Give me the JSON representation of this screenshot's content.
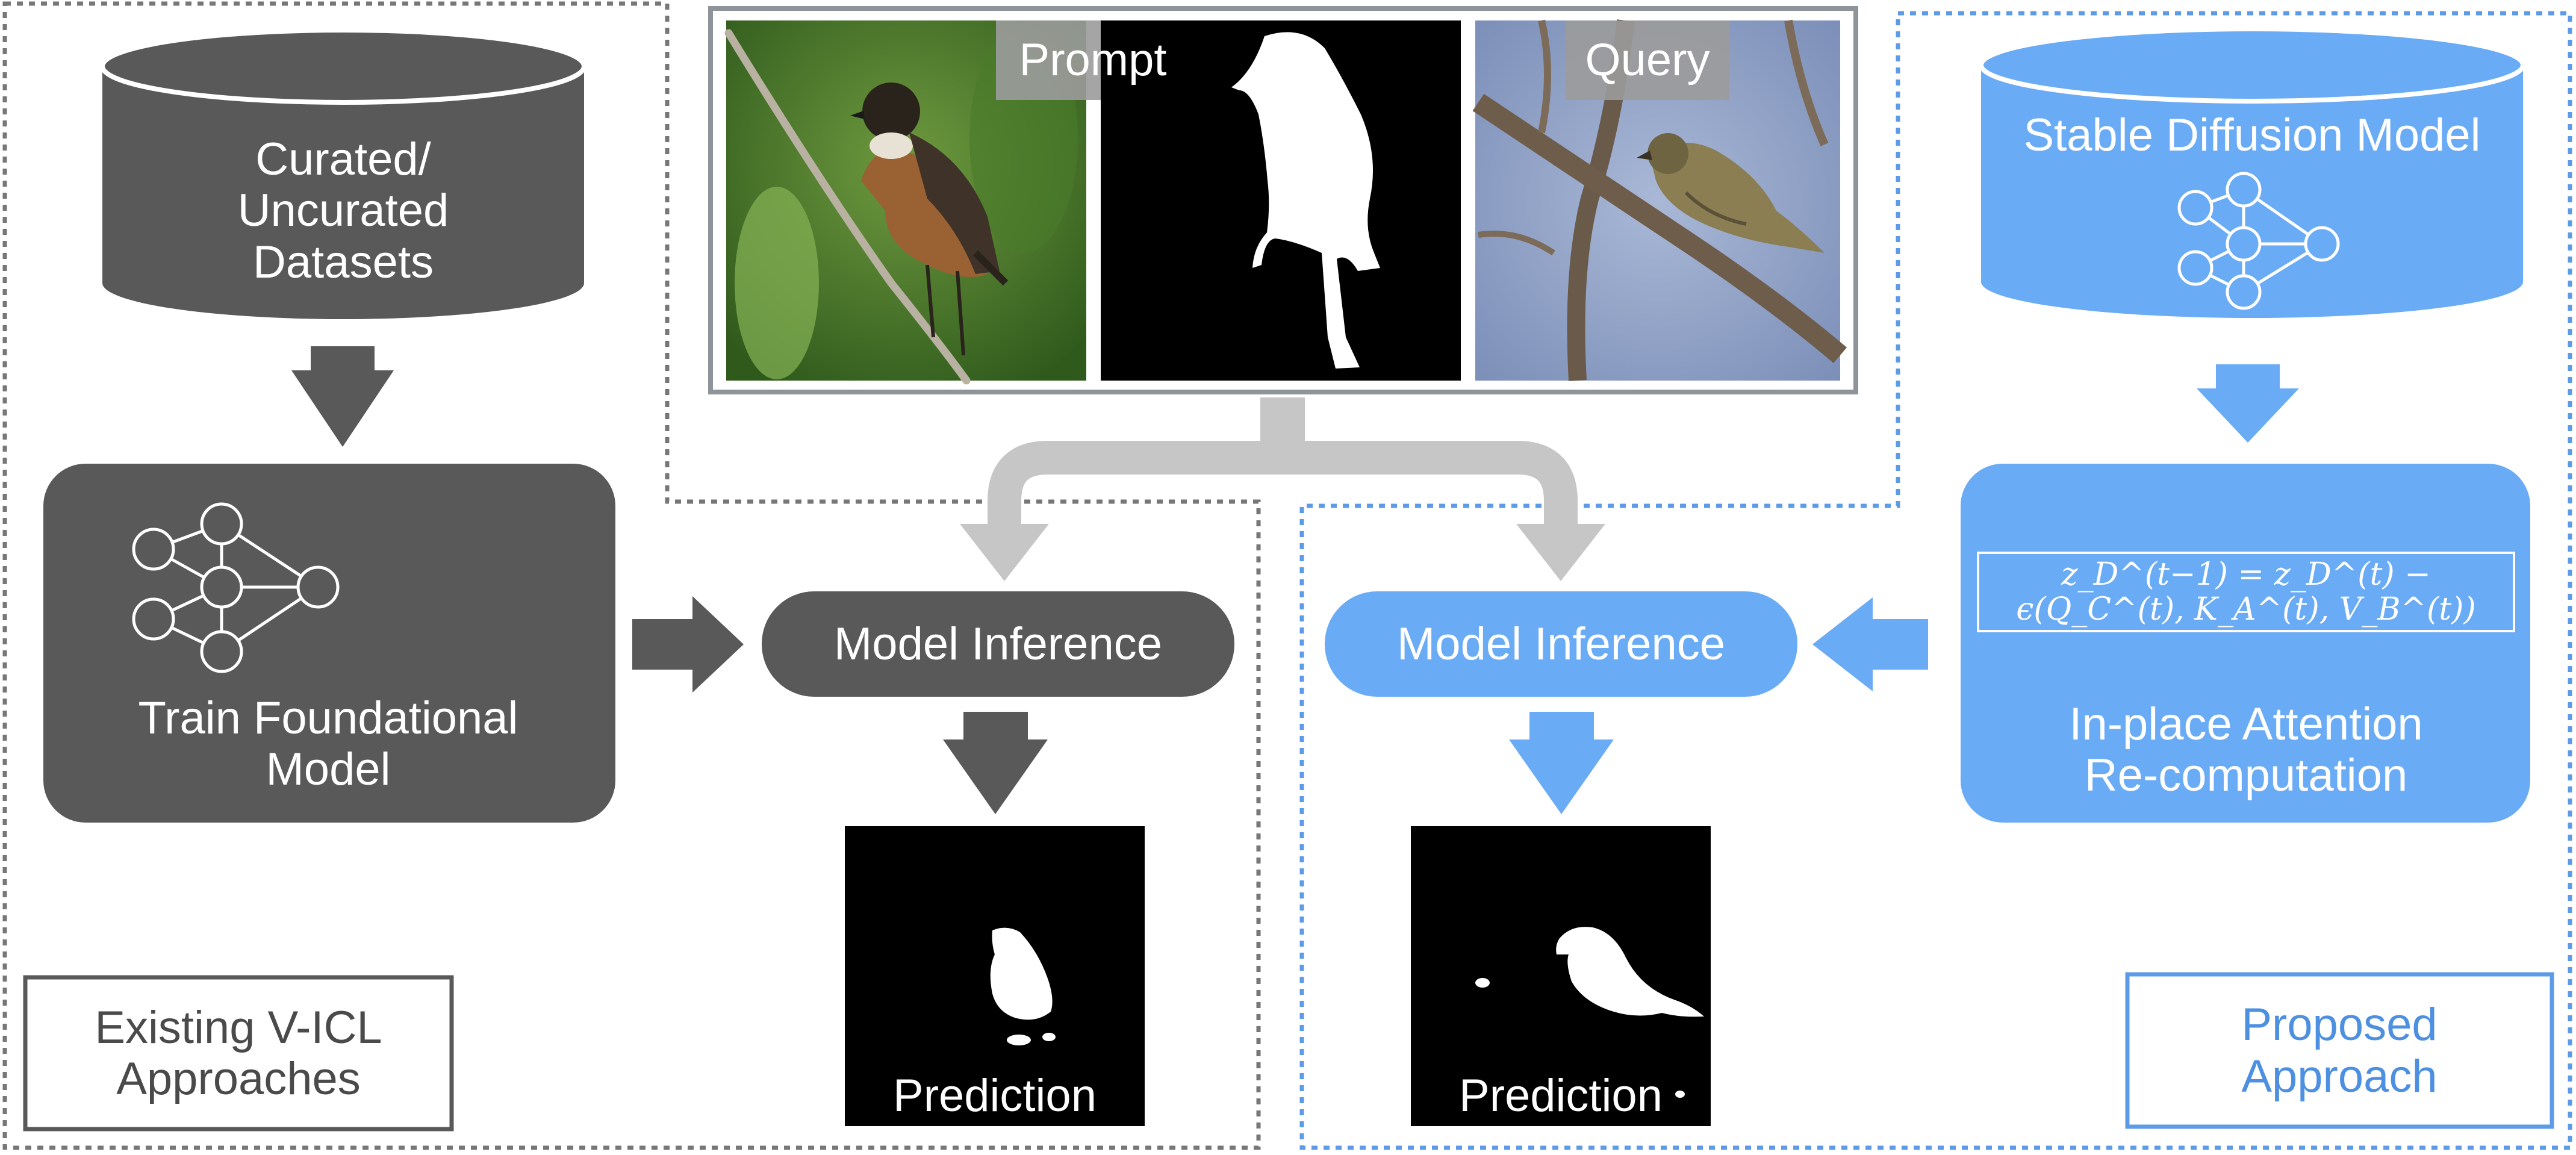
{
  "existing": {
    "dataset_label": "Curated/\nUncurated\nDatasets",
    "train_label": "Train Foundational\nModel",
    "inference_label": "Model Inference",
    "prediction_label": "Prediction",
    "caption": "Existing V-ICL\nApproaches"
  },
  "examples": {
    "prompt_label": "Prompt",
    "query_label": "Query"
  },
  "proposed": {
    "model_label": "Stable Diffusion Model",
    "equation": "z_D^(t−1) = z_D^(t) − ϵ(Q_C^(t), K_A^(t), V_B^(t))",
    "recompute_label": "In-place Attention\nRe-computation",
    "inference_label": "Model Inference",
    "prediction_label": "Prediction",
    "caption": "Proposed\nApproach"
  },
  "colors": {
    "existing": "#595959",
    "proposed": "#6aabf5",
    "connector": "#c6c6c6",
    "caption_blue": "#4d8fe0"
  }
}
